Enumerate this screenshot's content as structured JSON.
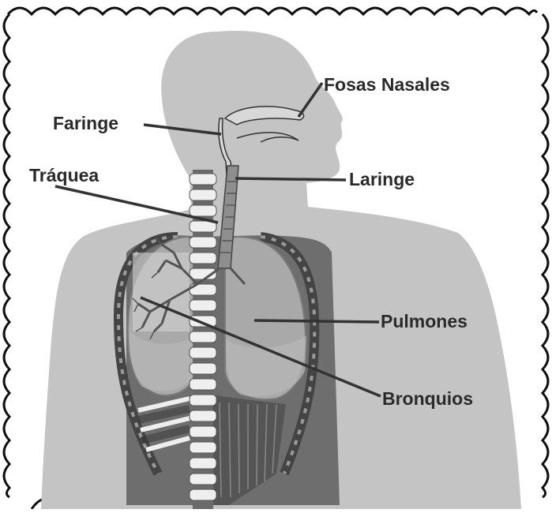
{
  "labels": {
    "fosas_nasales": "Fosas Nasales",
    "faringe": "Faringe",
    "traquea": "Tráquea",
    "laringe": "Laringe",
    "pulmones": "Pulmones",
    "bronquios": "Bronquios"
  },
  "colors": {
    "silhouette": "#c4c4c4",
    "lung": "#a9a9a9",
    "lung_dark": "#8e8e8e",
    "rib": "#555555",
    "label_text": "#2a2a2a",
    "leader_line": "#333333",
    "frame": "#111111"
  }
}
